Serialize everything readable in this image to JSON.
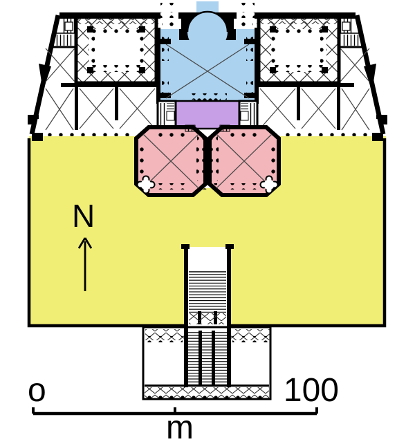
{
  "plan": {
    "compass_label": "N",
    "scale_bar": {
      "start_label": "o",
      "end_label": "100",
      "unit_label": "m"
    },
    "colors": {
      "terrace": "#f0ee75",
      "domed_hall": "#abd2ef",
      "vestibule": "#c79fe6",
      "stair_hall": "#f3b6bb",
      "paper": "#ffffff",
      "walls": "#000000"
    }
  }
}
